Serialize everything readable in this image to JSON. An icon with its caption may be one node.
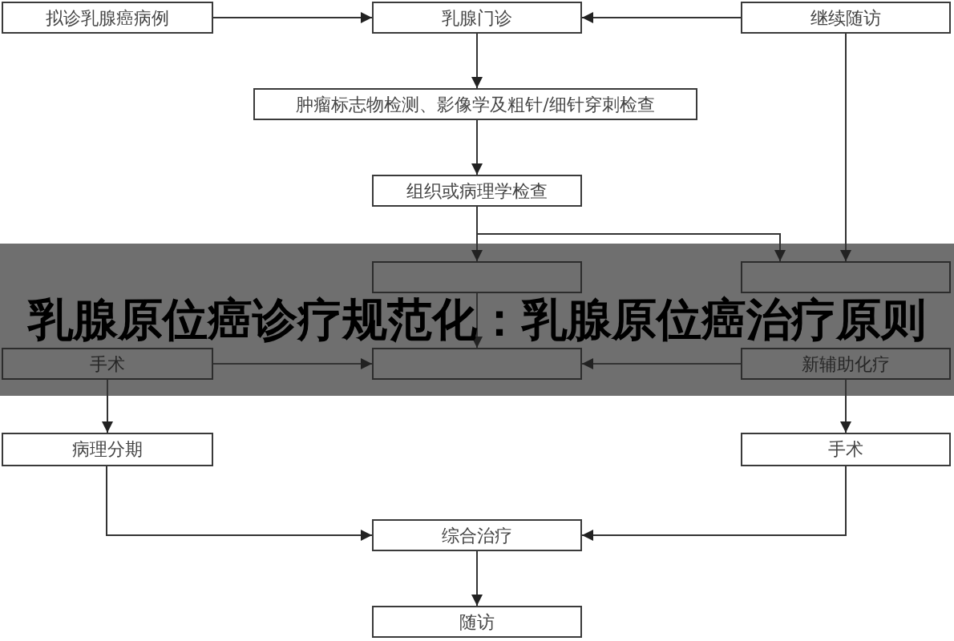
{
  "diagram": {
    "title": "乳腺原位癌诊疗规范化：乳腺原位癌治疗原则",
    "nodes": [
      {
        "text": [
          "拟诊乳腺癌病例"
        ]
      },
      {
        "text": [
          "乳腺门诊"
        ]
      },
      {
        "text": [
          "继续随访"
        ]
      },
      {
        "text": [
          "肿瘤标志物检测、影像学及粗针/细针穿刺检查"
        ]
      },
      {
        "text": [
          "组织或病理学检查"
        ]
      },
      {
        "text": [],
        "shape": "box"
      },
      {
        "text": [],
        "shape": "box"
      },
      {
        "text": [
          "手术"
        ]
      },
      {
        "text": [],
        "shape": "box"
      },
      {
        "text": [
          "新辅助化疗"
        ]
      },
      {
        "text": [
          "病理分期"
        ]
      },
      {
        "text": [
          "手术"
        ]
      },
      {
        "text": [
          "综合治疗"
        ]
      },
      {
        "text": [
          "随访"
        ]
      }
    ],
    "edges": [
      {
        "from": 0,
        "to": 1,
        "arrow": "to"
      },
      {
        "from": 2,
        "to": 1,
        "arrow": "to"
      },
      {
        "from": 1,
        "to": 3,
        "arrow": "to"
      },
      {
        "from": 3,
        "to": 4,
        "arrow": "to"
      },
      {
        "from": 4,
        "to": 5,
        "arrow": "to"
      },
      {
        "from": 4,
        "to": 6,
        "arrow": "to"
      },
      {
        "from": 2,
        "to": 6,
        "arrow": "to"
      },
      {
        "from": 5,
        "to": 8,
        "arrow": "to"
      },
      {
        "from": 7,
        "to": 8,
        "arrow": "to"
      },
      {
        "from": 9,
        "to": 8,
        "arrow": "to"
      },
      {
        "from": 7,
        "to": 10,
        "arrow": "to"
      },
      {
        "from": 9,
        "to": 11,
        "arrow": "to"
      },
      {
        "from": 10,
        "to": 12,
        "arrow": "to"
      },
      {
        "from": 11,
        "to": 12,
        "arrow": "to"
      },
      {
        "from": 12,
        "to": 13,
        "arrow": "to"
      }
    ]
  }
}
